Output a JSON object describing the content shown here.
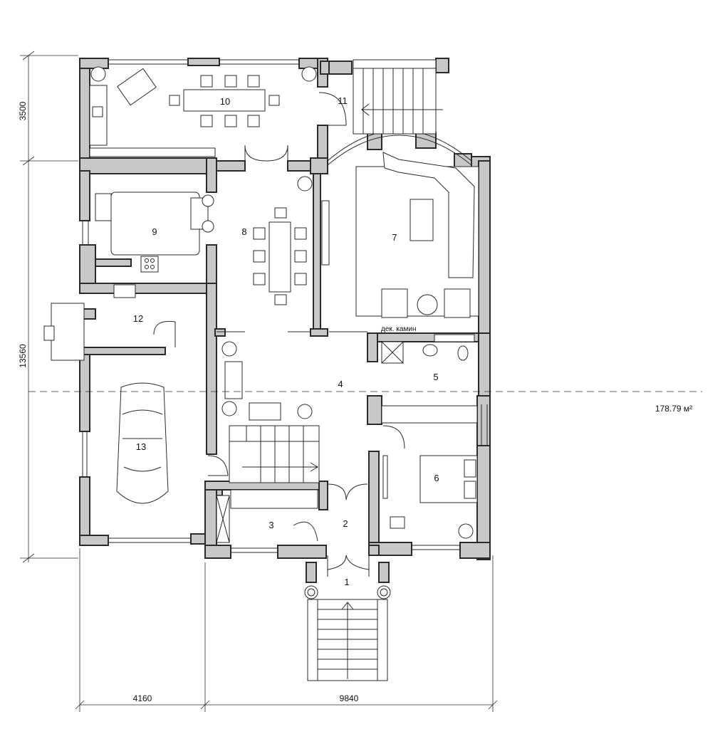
{
  "dimensions": {
    "top_left": "3500",
    "left_total": "13560",
    "bottom_left": "4160",
    "bottom_right": "9840"
  },
  "area": "178.79 м²",
  "annotation_fireplace": "дек. камин",
  "watermark": "",
  "rooms": {
    "r1": "1",
    "r2": "2",
    "r3": "3",
    "r4": "4",
    "r5": "5",
    "r6": "6",
    "r7": "7",
    "r8": "8",
    "r9": "9",
    "r10": "10",
    "r11": "11",
    "r12": "12",
    "r13": "13"
  }
}
